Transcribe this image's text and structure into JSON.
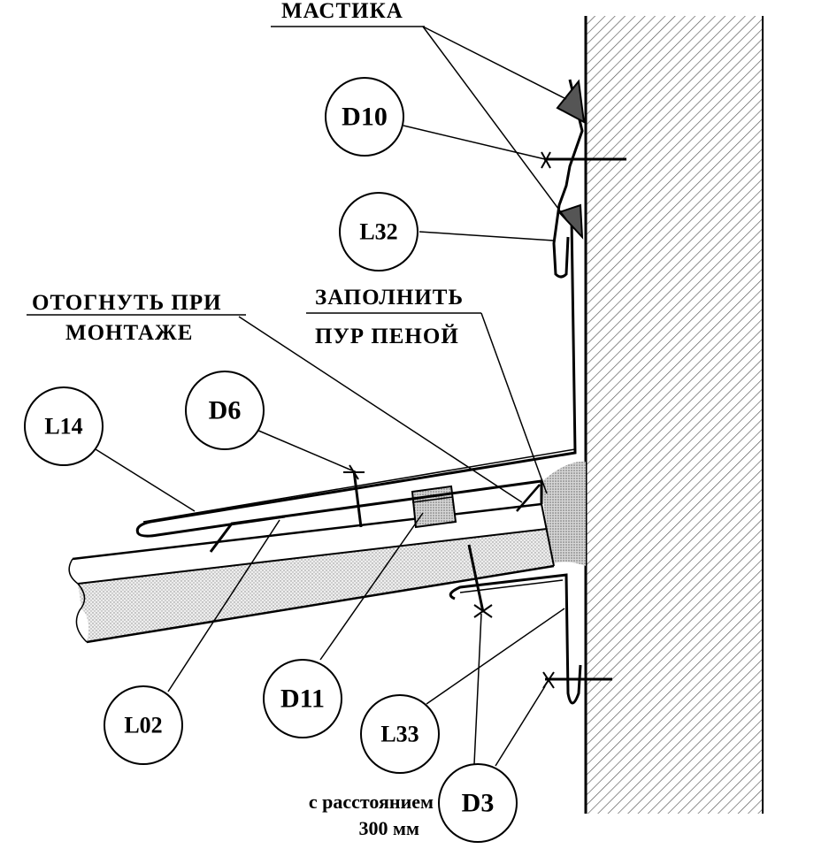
{
  "labels": {
    "mastika": "МАСТИКА",
    "otognut_line1": "ОТОГНУТЬ ПРИ",
    "otognut_line2": "МОНТАЖЕ",
    "zapolnit_line1": "ЗАПОЛНИТЬ",
    "zapolnit_line2": "ПУР ПЕНОЙ",
    "distance_line1": "с расстоянием",
    "distance_line2": "300 мм"
  },
  "tags": {
    "d10": "D10",
    "l32": "L32",
    "l14": "L14",
    "d6": "D6",
    "l02": "L02",
    "d11": "D11",
    "l33": "L33",
    "d3": "D3"
  }
}
